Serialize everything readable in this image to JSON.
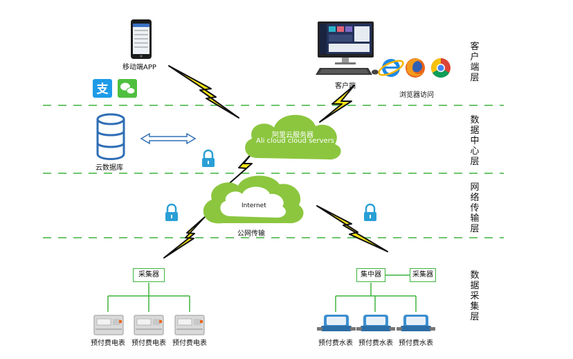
{
  "layers": {
    "client": "客户端层",
    "datacenter": "数据中心层",
    "network": "网络传输层",
    "acquisition": "数据采集层"
  },
  "client": {
    "mobile_app_label": "移动端APP",
    "pc_client_label": "客户端",
    "browser_label": "浏览器访问"
  },
  "datacenter": {
    "cloud_server_cn": "阿里云服务器",
    "cloud_server_en": "Ali cloud  cloud servers",
    "database_label": "云数据库"
  },
  "network": {
    "internet_label": "Internet",
    "public_network_label": "公网传输"
  },
  "acquisition": {
    "collector_left": "采集器",
    "concentrator": "集中器",
    "collector_right": "采集器",
    "electric_meters": [
      "预付费电表",
      "预付费电表",
      "预付费电表"
    ],
    "water_meters": [
      "预付费水表",
      "预付费水表",
      "预付费水表"
    ]
  },
  "colors": {
    "green_line": "#3cb43c",
    "cloud_green": "#8cc63f",
    "lightning_yellow": "#f7e414",
    "lock_blue": "#2a9fd6"
  }
}
